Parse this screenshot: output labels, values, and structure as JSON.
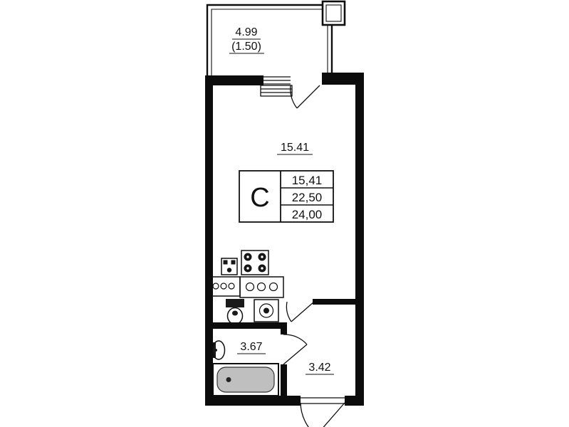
{
  "plan": {
    "balcony": {
      "area_label": "4.99",
      "coefficient_label": "(1.50)"
    },
    "main_room": {
      "area_label": "15.41"
    },
    "bathroom": {
      "area_label": "3.67"
    },
    "hallway": {
      "area_label": "3.42"
    },
    "stamp": {
      "apartment_type": "С",
      "living_area": "15,41",
      "total_area": "22,50",
      "total_area_with_summer": "24,00"
    },
    "colors": {
      "wall": "#0c0c0c",
      "line": "#111111",
      "bathtub_fill": "#bfbfbf",
      "background": "#ffffff"
    }
  }
}
